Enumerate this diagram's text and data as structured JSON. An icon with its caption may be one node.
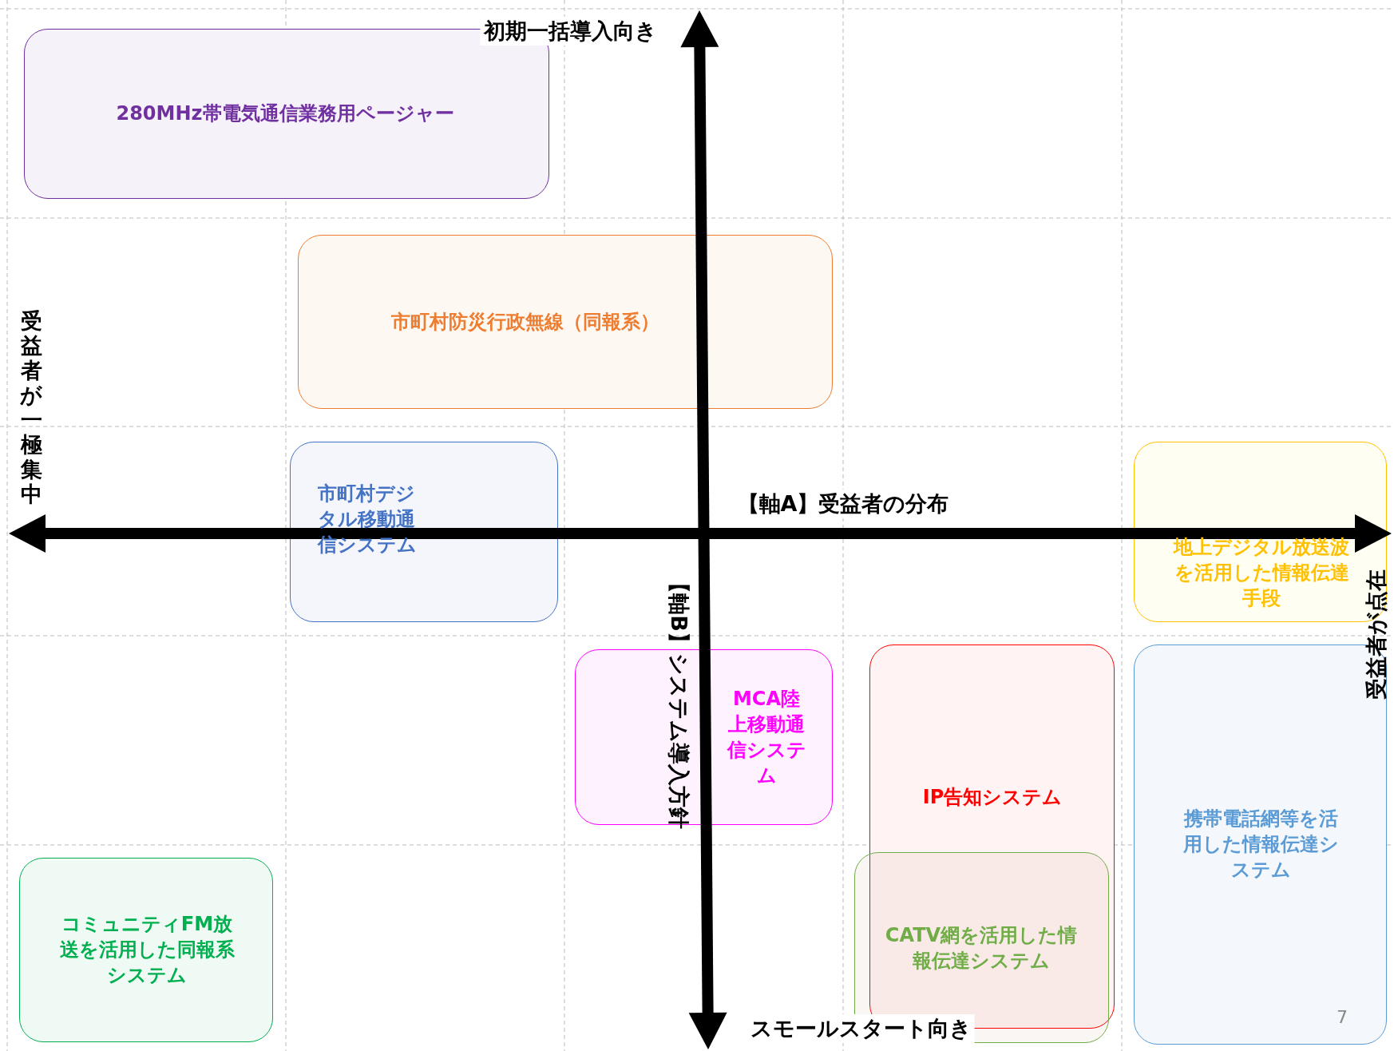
{
  "diagram": {
    "nodes": [
      {
        "text": [
          "280MHz帯電気通信業務用ページャー"
        ]
      },
      {
        "text": [
          "市町村防災行政無線（同報系）"
        ]
      },
      {
        "text": [
          "市町村デジタル移動通信システム"
        ]
      },
      {
        "text": [
          "地上デジタル放送波を活用した情報伝達手段"
        ]
      },
      {
        "text": [
          "MCA陸上移動通信システム"
        ]
      },
      {
        "text": [
          "IP告知システム"
        ]
      },
      {
        "text": [
          "携帯電話網等を活用した情報伝達システム"
        ]
      },
      {
        "text": [
          "コミュニティFM放送を活用した同報系システム"
        ]
      },
      {
        "text": [
          "CATV網を活用した情報伝達システム"
        ]
      }
    ],
    "edges": [],
    "labels": [
      "初期一括導入向き",
      "受益者が一極集中",
      "【軸A】受益者の分布",
      "【軸B】システム導入方針",
      "受益者が点在",
      "7",
      "スモールスタート向き"
    ]
  }
}
